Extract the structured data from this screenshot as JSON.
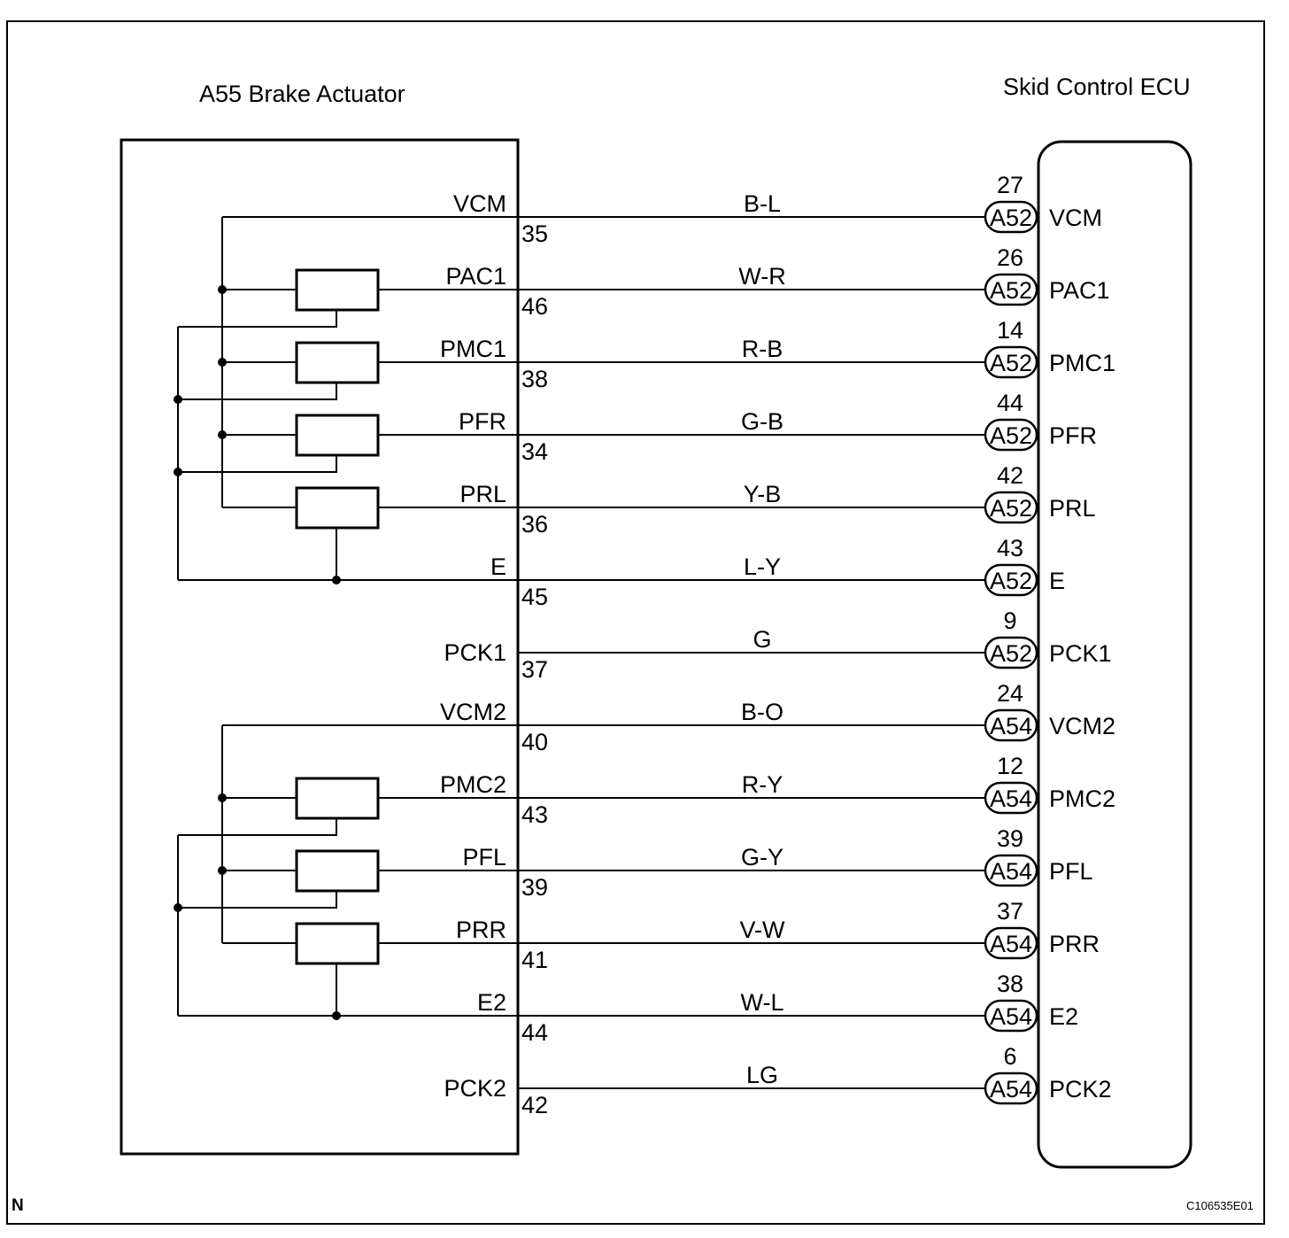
{
  "titles": {
    "actuator": "A55 Brake Actuator",
    "ecu": "Skid Control ECU"
  },
  "connections": [
    {
      "actuator_terminal": "VCM",
      "actuator_pin": "35",
      "wire_color": "B-L",
      "ecu_pin": "27",
      "ecu_connector": "A52",
      "ecu_terminal": "VCM"
    },
    {
      "actuator_terminal": "PAC1",
      "actuator_pin": "46",
      "wire_color": "W-R",
      "ecu_pin": "26",
      "ecu_connector": "A52",
      "ecu_terminal": "PAC1"
    },
    {
      "actuator_terminal": "PMC1",
      "actuator_pin": "38",
      "wire_color": "R-B",
      "ecu_pin": "14",
      "ecu_connector": "A52",
      "ecu_terminal": "PMC1"
    },
    {
      "actuator_terminal": "PFR",
      "actuator_pin": "34",
      "wire_color": "G-B",
      "ecu_pin": "44",
      "ecu_connector": "A52",
      "ecu_terminal": "PFR"
    },
    {
      "actuator_terminal": "PRL",
      "actuator_pin": "36",
      "wire_color": "Y-B",
      "ecu_pin": "42",
      "ecu_connector": "A52",
      "ecu_terminal": "PRL"
    },
    {
      "actuator_terminal": "E",
      "actuator_pin": "45",
      "wire_color": "L-Y",
      "ecu_pin": "43",
      "ecu_connector": "A52",
      "ecu_terminal": "E"
    },
    {
      "actuator_terminal": "PCK1",
      "actuator_pin": "37",
      "wire_color": "G",
      "ecu_pin": "9",
      "ecu_connector": "A52",
      "ecu_terminal": "PCK1"
    },
    {
      "actuator_terminal": "VCM2",
      "actuator_pin": "40",
      "wire_color": "B-O",
      "ecu_pin": "24",
      "ecu_connector": "A54",
      "ecu_terminal": "VCM2"
    },
    {
      "actuator_terminal": "PMC2",
      "actuator_pin": "43",
      "wire_color": "R-Y",
      "ecu_pin": "12",
      "ecu_connector": "A54",
      "ecu_terminal": "PMC2"
    },
    {
      "actuator_terminal": "PFL",
      "actuator_pin": "39",
      "wire_color": "G-Y",
      "ecu_pin": "39",
      "ecu_connector": "A54",
      "ecu_terminal": "PFL"
    },
    {
      "actuator_terminal": "PRR",
      "actuator_pin": "41",
      "wire_color": "V-W",
      "ecu_pin": "37",
      "ecu_connector": "A54",
      "ecu_terminal": "PRR"
    },
    {
      "actuator_terminal": "E2",
      "actuator_pin": "44",
      "wire_color": "W-L",
      "ecu_pin": "38",
      "ecu_connector": "A54",
      "ecu_terminal": "E2"
    },
    {
      "actuator_terminal": "PCK2",
      "actuator_pin": "42",
      "wire_color": "LG",
      "ecu_pin": "6",
      "ecu_connector": "A54",
      "ecu_terminal": "PCK2"
    }
  ],
  "footer": {
    "orientation_mark": "N",
    "figure_code": "C106535E01"
  }
}
